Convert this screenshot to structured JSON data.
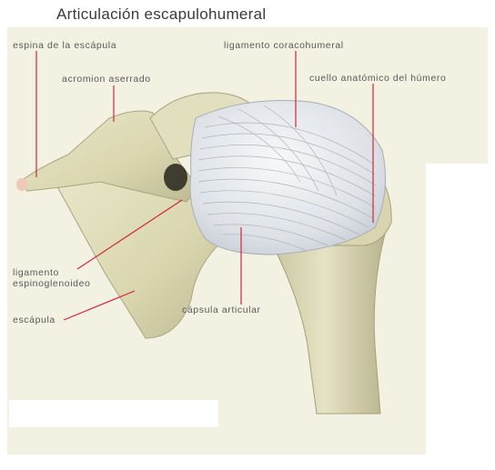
{
  "title": "Articulación escapulohumeral",
  "labels": {
    "espina": "espina de la escápula",
    "acromion": "acromion aserrado",
    "lig_coraco": "ligamento coracohumeral",
    "cuello": "cuello anatómico del húmero",
    "lig_espino_1": "ligamento",
    "lig_espino_2": "espinoglenoideo",
    "escapula": "escápula",
    "capsula": "cápsula articular"
  },
  "colors": {
    "background": "#f3f1e2",
    "bone": "#dfdcb8",
    "bone_shadow": "#b9b58f",
    "capsule": "#e9ecef",
    "capsule_fibers": "#9aa3ad",
    "leader_line": "#d2263a",
    "label_text": "#5a5a5a"
  }
}
